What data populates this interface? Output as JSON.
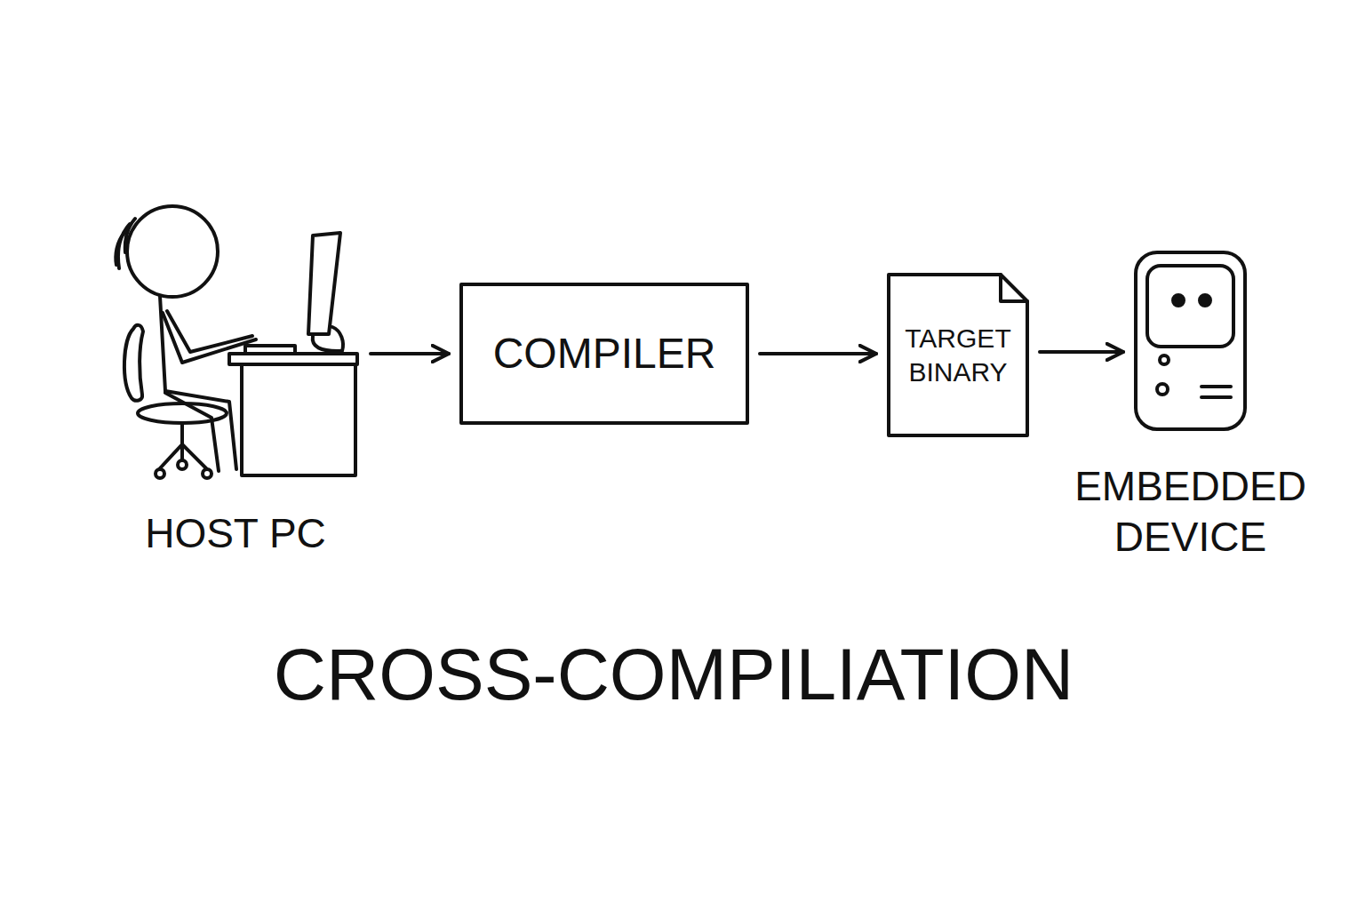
{
  "diagram": {
    "title": "CROSS-COMPILIATION",
    "nodes": [
      {
        "text": [
          "HOST PC"
        ]
      },
      {
        "text": [
          "COMPILER"
        ]
      },
      {
        "text": [
          "TARGET BINARY"
        ]
      },
      {
        "text": [
          "EMBEDDED DEVICE"
        ]
      }
    ],
    "edges": [
      {
        "from": 0,
        "to": 1,
        "arrow": "to"
      },
      {
        "from": 1,
        "to": 2,
        "arrow": "to"
      },
      {
        "from": 2,
        "to": 3,
        "arrow": "to"
      }
    ]
  }
}
